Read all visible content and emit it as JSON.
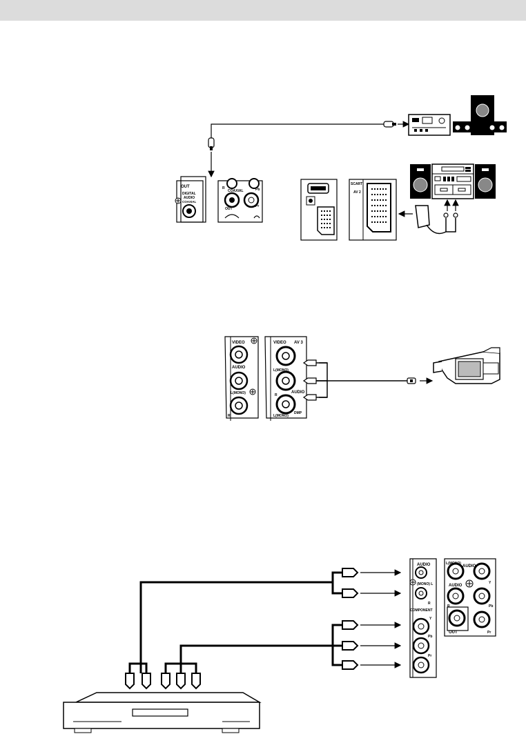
{
  "header": {
    "band_color": "#dcdcdc"
  },
  "diagram1": {
    "tv_panel_left": {
      "labels": [
        "OUT",
        "DIGITAL",
        "AUDIO",
        "COAXIAL"
      ]
    },
    "tv_panel_mid": {
      "labels": [
        "R",
        "COAXIAL",
        "OUT",
        "Pb",
        "Pr"
      ]
    },
    "scart_panel": {
      "labels": [
        "SCART",
        "AV 2"
      ]
    }
  },
  "diagram2": {
    "left_panel": {
      "labels": [
        "VIDEO",
        "AUDIO",
        "L(MONO)",
        "R"
      ]
    },
    "right_panel": {
      "labels": [
        "VIDEO",
        "AV 3",
        "L(MONO)",
        "R",
        "AUDIO",
        "L(MONO)",
        "DMP"
      ]
    }
  },
  "diagram3": {
    "left_panel": {
      "labels": [
        "AUDIO",
        "(MONO) L",
        "R",
        "COMPONENT",
        "Y",
        "Pb",
        "Pr"
      ]
    },
    "right_panel": {
      "labels": [
        "L(MONO)",
        "AUDIO",
        "Y",
        "AUDIO",
        "R",
        "Pb",
        "OUT",
        "Pr"
      ]
    }
  }
}
